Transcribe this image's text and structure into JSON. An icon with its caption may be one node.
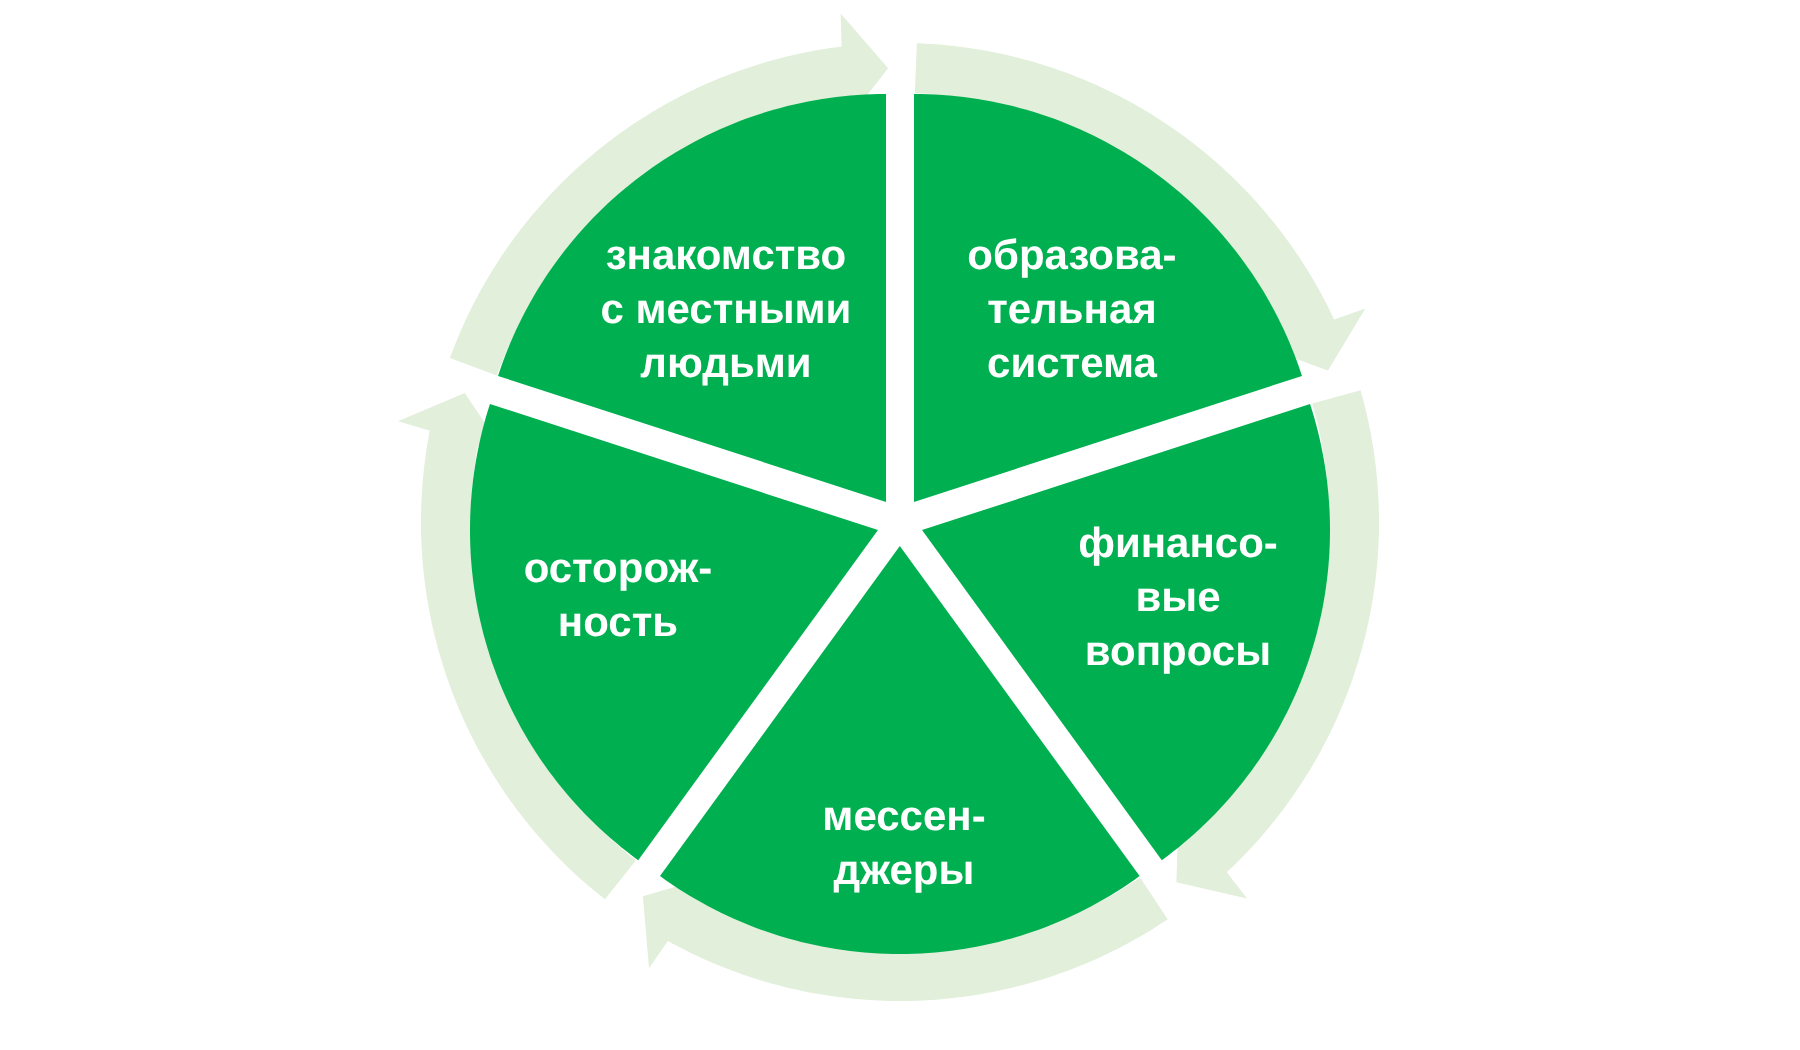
{
  "diagram": {
    "nodes": [
      {
        "text": [
          "знакомство с местными людьми"
        ]
      },
      {
        "text": [
          "образова- тельная система"
        ]
      },
      {
        "text": [
          "финансо- вые вопросы"
        ]
      },
      {
        "text": [
          "мессен- джеры"
        ]
      },
      {
        "text": [
          "осторож- ность"
        ]
      }
    ],
    "edges": [
      {
        "from": null,
        "to": 0,
        "arrow": "to"
      },
      {
        "from": null,
        "to": 1,
        "arrow": "to"
      },
      {
        "from": null,
        "to": 2,
        "arrow": "to"
      },
      {
        "from": null,
        "to": 3,
        "arrow": "to"
      },
      {
        "from": null,
        "to": 4,
        "arrow": "to"
      }
    ]
  }
}
